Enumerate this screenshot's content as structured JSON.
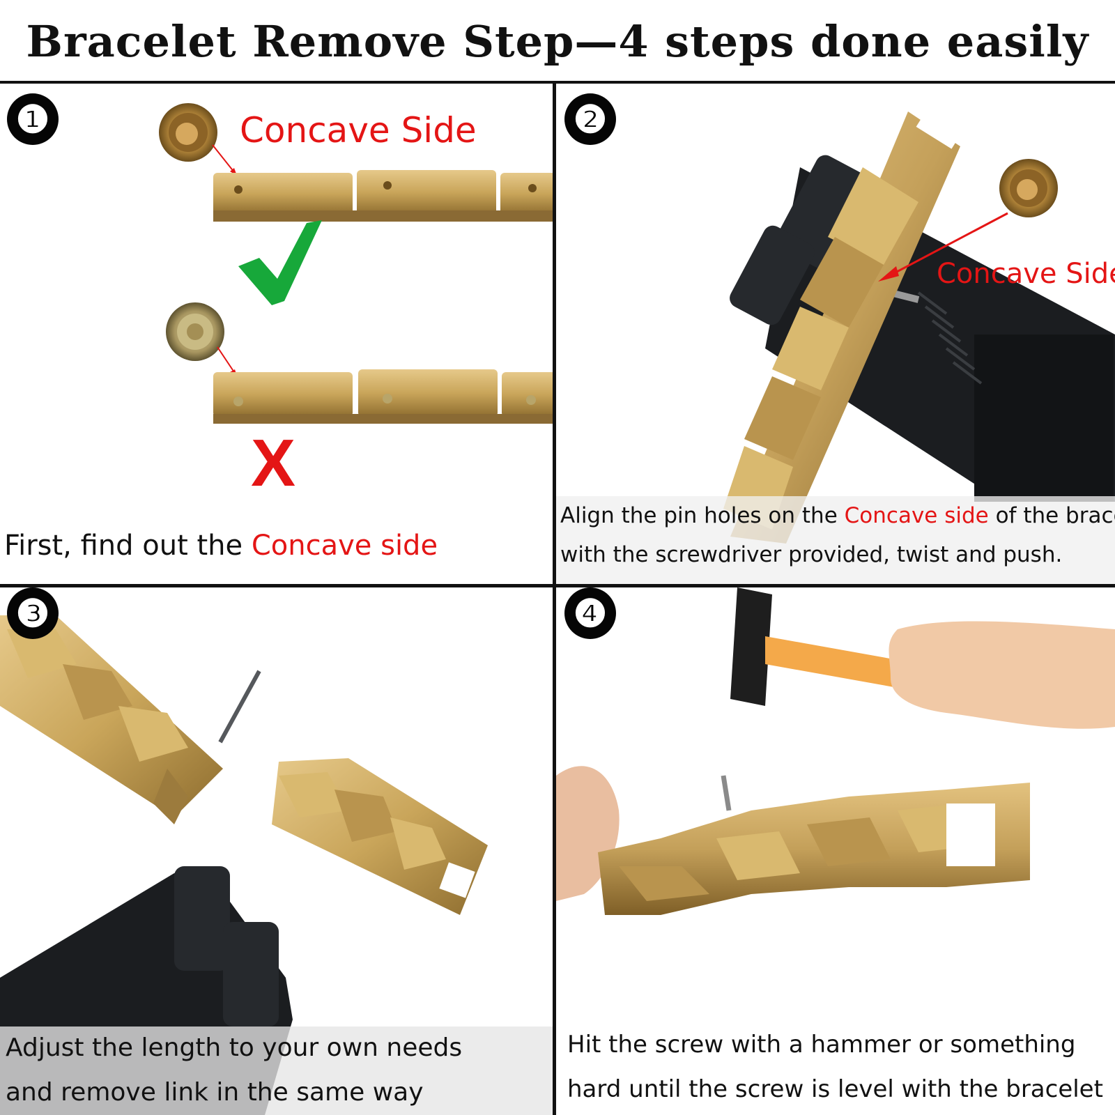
{
  "title": "Bracelet Remove Step—4 steps done easily",
  "steps": [
    {
      "number": "❶",
      "label_concave": "Concave Side",
      "caption_prefix": "First, find out the ",
      "caption_highlight": "Concave side",
      "correct_mark": "✔",
      "wrong_mark": "X"
    },
    {
      "number": "❷",
      "label_concave": "Concave Side",
      "caption_line1_prefix": "Align the pin holes on the ",
      "caption_line1_highlight": "Concave side",
      "caption_line1_suffix": " of the bracelet",
      "caption_line2": "with the screwdriver provided, twist and push."
    },
    {
      "number": "❸",
      "caption_line1": "Adjust the length to your own needs",
      "caption_line2": "and remove link in the same way"
    },
    {
      "number": "❹",
      "caption_line1": "Hit the screw with a hammer or something",
      "caption_line2": "hard until the screw is level with the bracelet"
    }
  ],
  "colors": {
    "accent_red": "#e41515",
    "check_green": "#17a83a",
    "gold": "#c9a55a",
    "tool_black": "#1b1d20"
  }
}
